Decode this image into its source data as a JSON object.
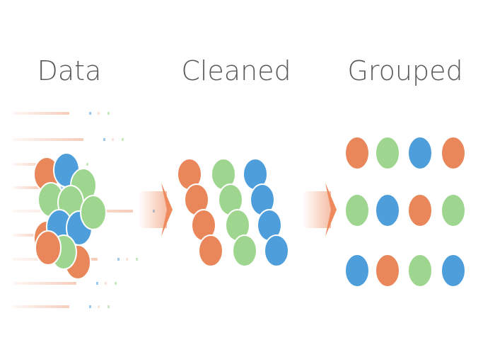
{
  "stages": [
    {
      "label": "Data"
    },
    {
      "label": "Cleaned"
    },
    {
      "label": "Grouped"
    }
  ],
  "colors": {
    "orange": "#E9875A",
    "green": "#9ED68F",
    "blue": "#4D9EDB",
    "streak": "#F6CDBB",
    "arrow": "#EE8A5E",
    "text": "#5a5a5a"
  },
  "data_blob": [
    "orange",
    "blue",
    "green",
    "green",
    "green",
    "orange",
    "blue",
    "blue",
    "green",
    "orange",
    "green",
    "orange"
  ],
  "cleaned_columns": [
    "orange",
    "green",
    "blue"
  ],
  "grouped_grid": [
    [
      "orange",
      "green",
      "blue",
      "orange"
    ],
    [
      "green",
      "blue",
      "orange",
      "green"
    ],
    [
      "blue",
      "orange",
      "green",
      "blue"
    ]
  ]
}
